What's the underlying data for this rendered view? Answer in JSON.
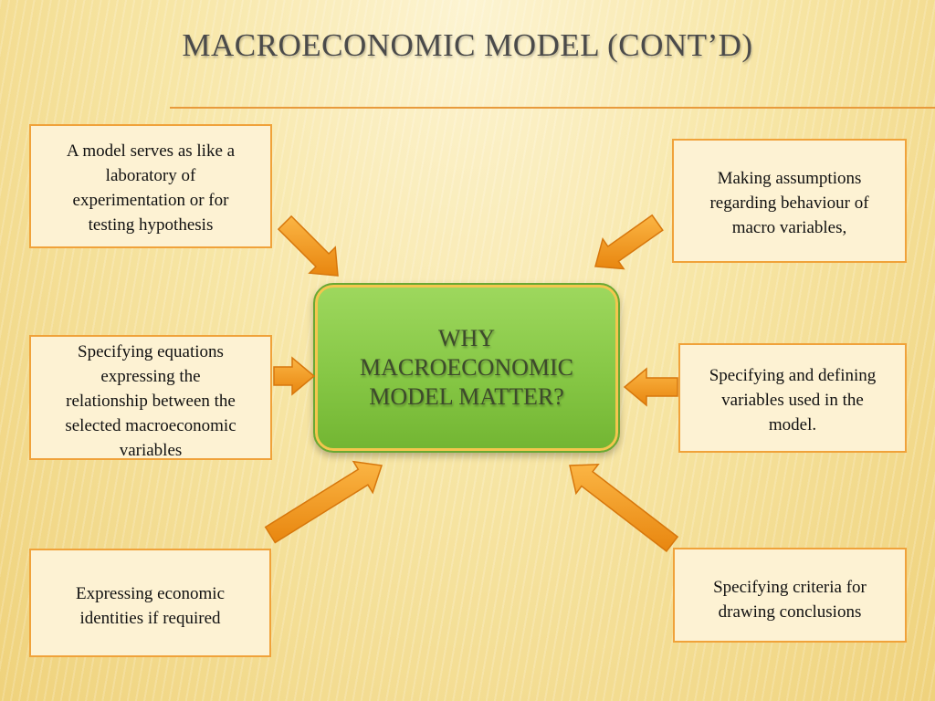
{
  "slide": {
    "title": "MACROECONOMIC MODEL (CONT’D)",
    "center_text": "WHY\nMACROECONOMIC\nMODEL MATTER?",
    "boxes": [
      "A model serves as like a\nlaboratory of\nexperimentation or for\ntesting hypothesis",
      "Making  assumptions\nregarding  behaviour of\nmacro variables,",
      "Specifying equations\nexpressing the\nrelationship between the\nselected macroeconomic\nvariables",
      "Specifying and defining\nvariables used in the\nmodel.",
      "Expressing economic\nidentities if required",
      "Specifying criteria for\ndrawing conclusions"
    ]
  },
  "colors": {
    "box_border": "#f0a23a",
    "box_fill": "#fdf2d3",
    "center_fill": "#86c745",
    "arrow": "#f39a1e",
    "rule": "#e89a3c"
  }
}
